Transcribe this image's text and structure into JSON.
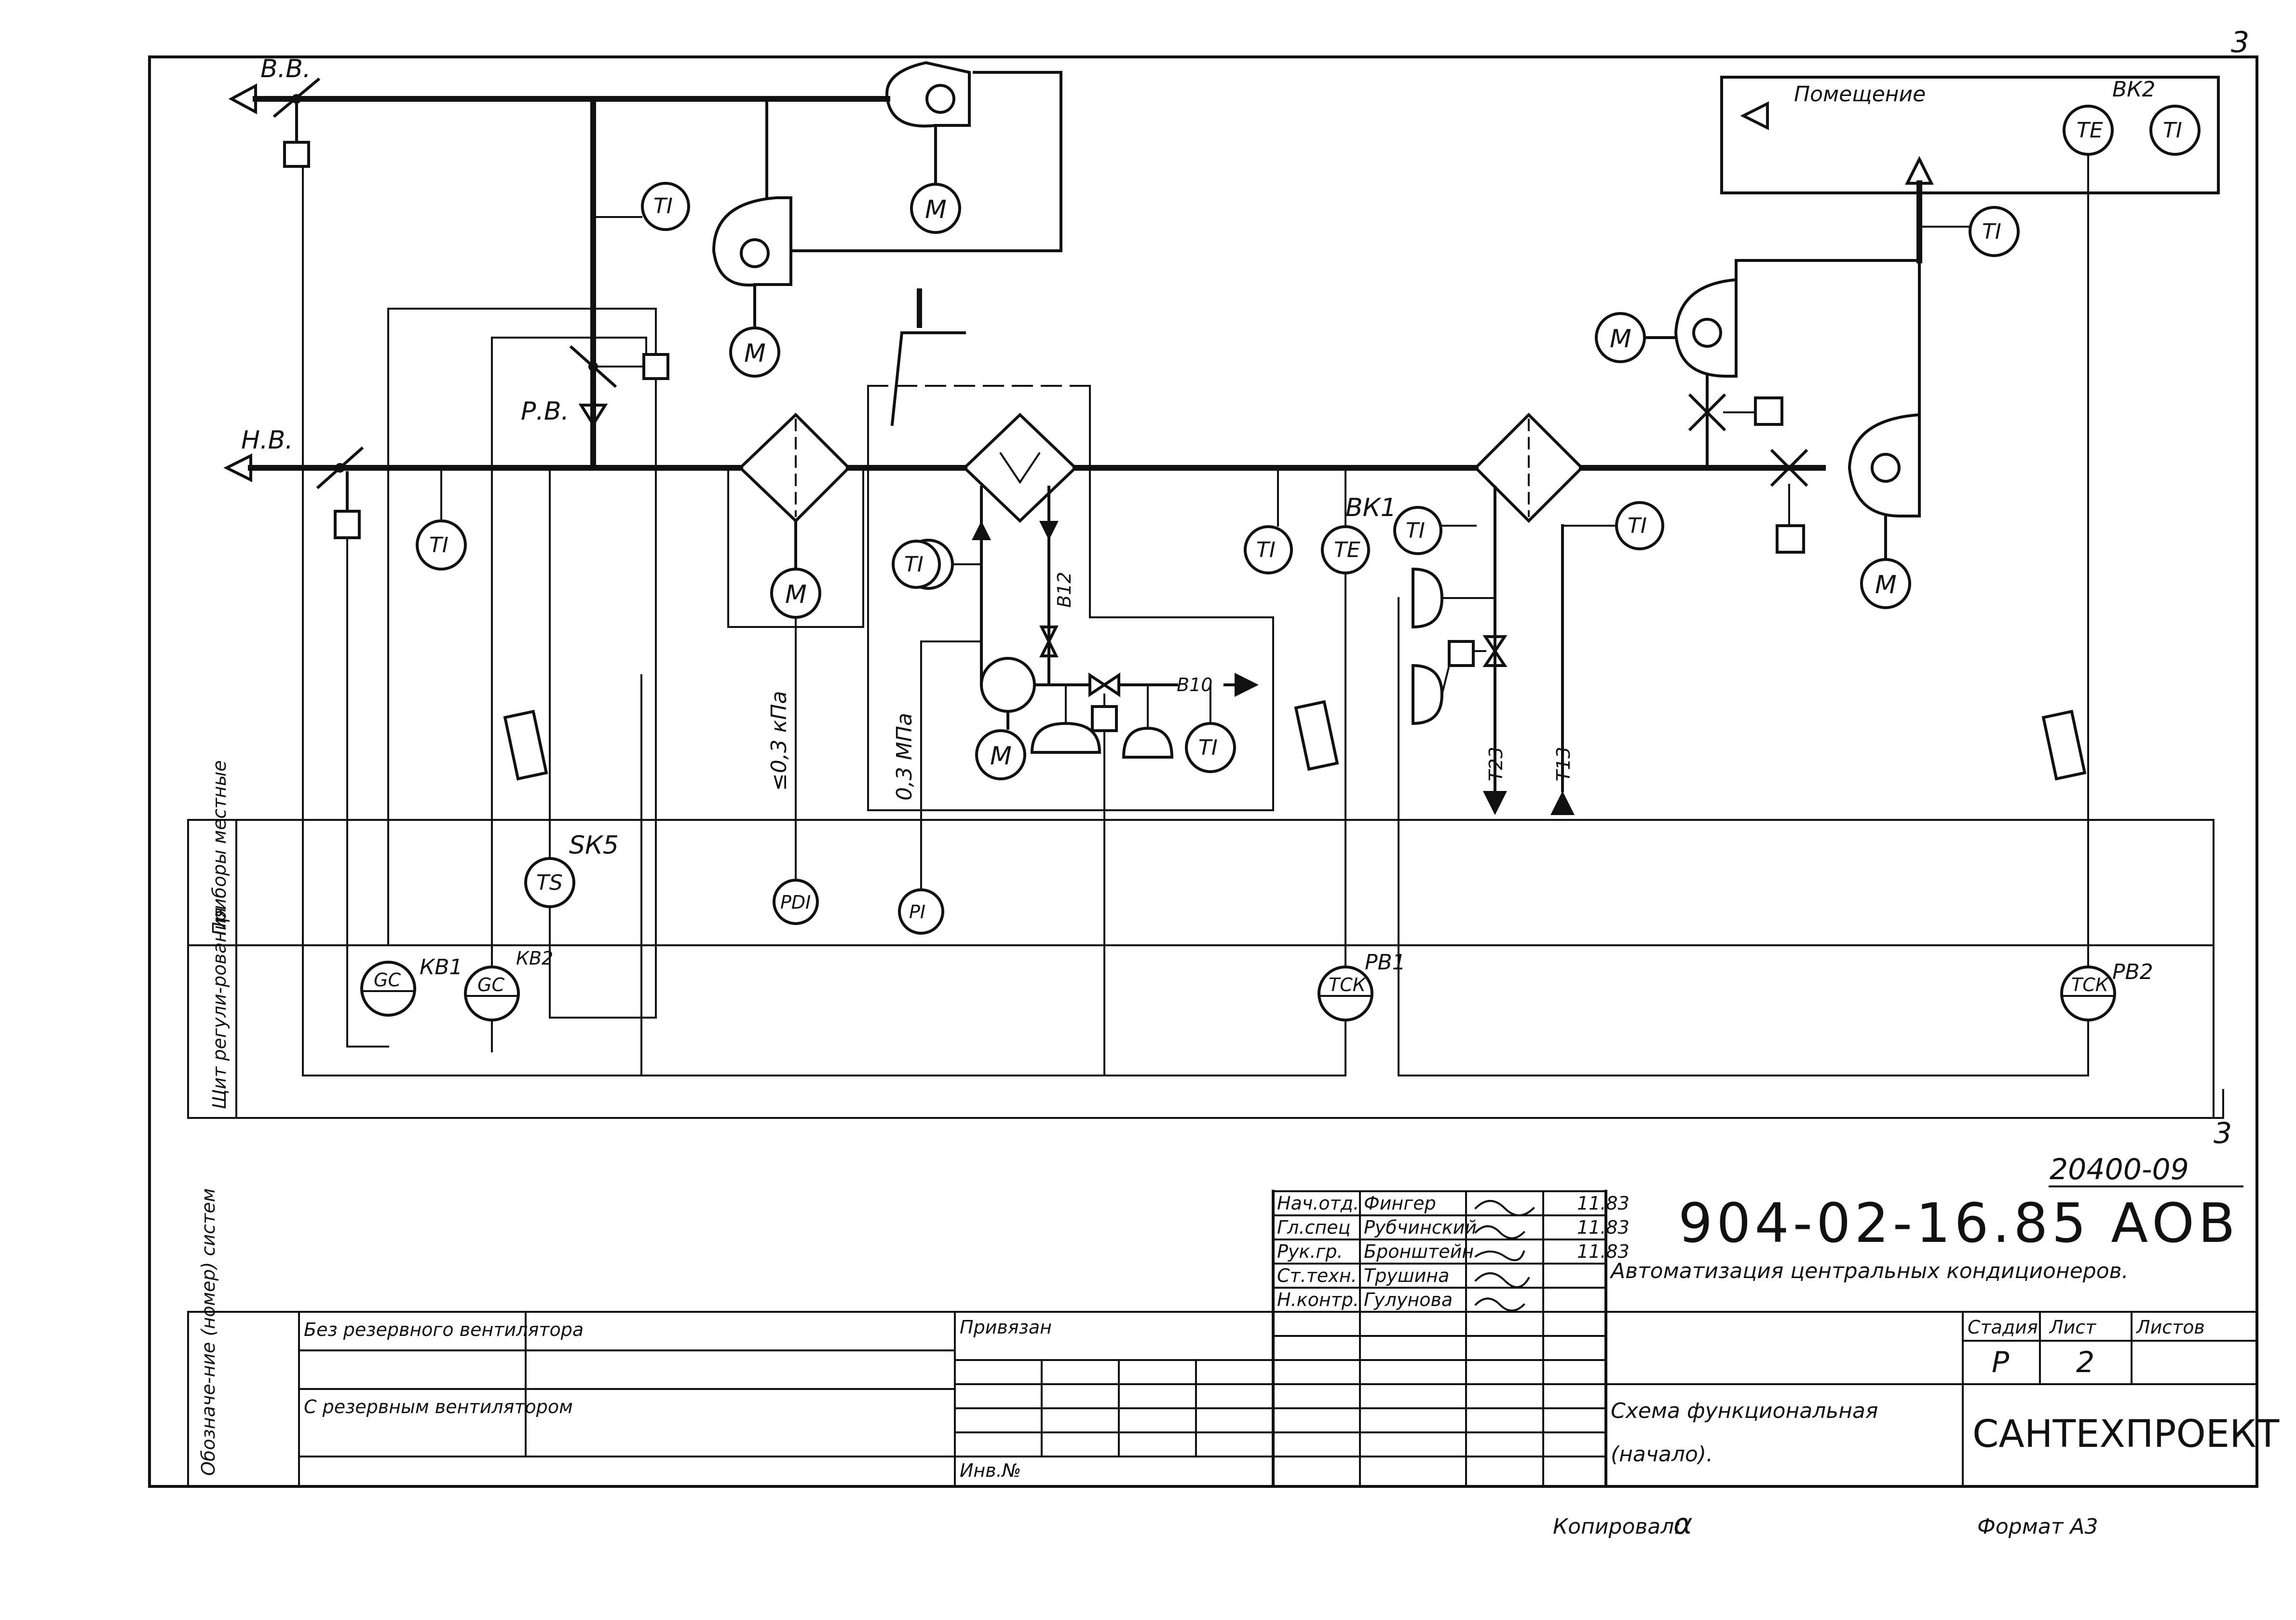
{
  "sheet": {
    "page_number": "3",
    "doc_number": "20400-09",
    "project_code": "904-02-16.85 АОВ",
    "project_name": "Автоматизация центральных кондиционеров.",
    "drawing_title_1": "Схема функциональная",
    "drawing_title_2": "(начало).",
    "organization": "САНТЕХПРОЕКТ",
    "stage_label": "Стадия",
    "stage_value": "Р",
    "sheet_label": "Лист",
    "sheet_value": "2",
    "sheets_label": "Листов",
    "copied_by": "Копировал:",
    "copied_sign": "α",
    "format": "Формат А3",
    "tied_label": "Привязан",
    "inv_label": "Инв.№"
  },
  "signatures": [
    {
      "role": "Нач.отд.",
      "name": "Фингер",
      "date": "11.83"
    },
    {
      "role": "Гл.спец",
      "name": "Рубчинский",
      "date": "11.83"
    },
    {
      "role": "Рук.гр.",
      "name": "Бронштейн",
      "date": "11.83"
    },
    {
      "role": "Ст.техн.",
      "name": "Трушина",
      "date": ""
    },
    {
      "role": "Н.контр.",
      "name": "Гулунова",
      "date": ""
    }
  ],
  "legend": {
    "header": "Обозначе-ние (номер) систем",
    "row1": "Без резервного вентилятора",
    "row2": "С резервным вентилятором"
  },
  "diagram": {
    "zone_local": "Приборы местные",
    "zone_panel": "Щит регули-рования",
    "exhaust_label": "В.В.",
    "intake_label": "Н.В.",
    "recirc_label": "Р.В.",
    "room_label": "Помещение",
    "section_mark": "I",
    "pressure_1": "≤0,3 кПа",
    "pressure_2": "0,3 МПа",
    "line_B12": "В12",
    "line_B10": "В10",
    "line_T23": "Т23",
    "line_T13": "Т13",
    "motor": "М",
    "sensors": {
      "ti": "ТI",
      "te": "ТЕ",
      "ts": "TS",
      "pdi": "PDI",
      "pi": "PI",
      "gc": "GC",
      "tck": "ТСК"
    },
    "tags": {
      "bk1": "ВК1",
      "bk2": "ВК2",
      "sk5": "SК5",
      "kb1": "КВ1",
      "kb2": "КВ2",
      "pb1": "РВ1",
      "pb2": "РВ2"
    }
  }
}
